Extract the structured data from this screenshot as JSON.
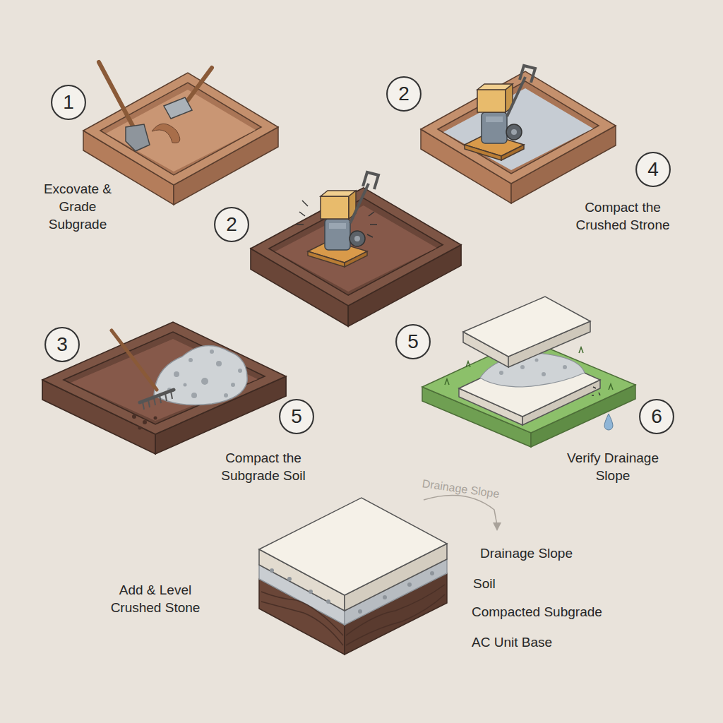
{
  "diagram": {
    "nodes": [
      {
        "text": [
          "1"
        ]
      },
      {
        "text": [
          "2"
        ]
      },
      {
        "text": [
          "4"
        ]
      },
      {
        "text": [
          "2"
        ]
      },
      {
        "text": [
          "3"
        ]
      },
      {
        "text": [
          "5"
        ]
      },
      {
        "text": [
          "5"
        ]
      },
      {
        "text": [
          "6"
        ]
      }
    ],
    "labels": [
      "Excovate & Grade Subgrade",
      "Compact the Crushed Strone",
      "Compact the Subgrade Soil",
      "Verify Drainage Slope",
      "Drainage Slope",
      "Add & Level Crushed Stone",
      "Drainage Slope",
      "Soil",
      "Compacted Subgrade",
      "AC Unit Base"
    ]
  }
}
